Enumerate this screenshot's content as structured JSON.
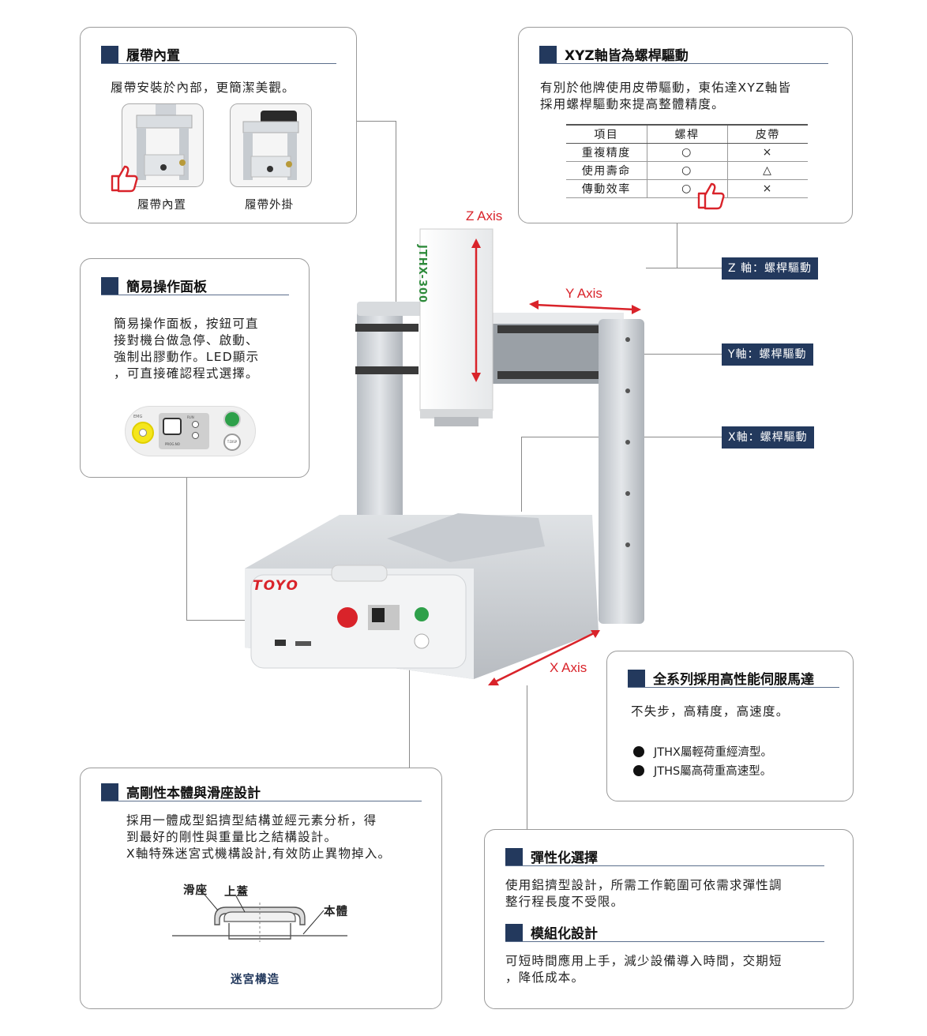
{
  "belt": {
    "title": "履帶內置",
    "desc": "履帶安裝於內部，更簡潔美觀。",
    "caption_inside": "履帶內置",
    "caption_outside": "履帶外掛"
  },
  "screw": {
    "title": "XYZ軸皆為螺桿驅動",
    "desc": "有別於他牌使用皮帶驅動，東佑達XYZ軸皆\n採用螺桿驅動來提高整體精度。",
    "headers": [
      "項目",
      "螺桿",
      "皮帶"
    ],
    "rows": [
      [
        "重複精度",
        "○",
        "×"
      ],
      [
        "使用壽命",
        "○",
        "△"
      ],
      [
        "傳動效率",
        "○",
        "×"
      ]
    ]
  },
  "panel": {
    "title": "簡易操作面板",
    "desc": "簡易操作面板，按鈕可直\n接對機台做急停、啟動、\n強制出膠動作。LED顯示\n，可直接確認程式選擇。",
    "labels": {
      "emg": "EMG",
      "run": "RUN",
      "prog": "PROG.NO",
      "tdisp": "T.DISP"
    }
  },
  "axes": {
    "z_label": "Z Axis",
    "y_label": "Y Axis",
    "x_label": "X Axis",
    "z_tag": "Z 軸：螺桿驅動",
    "y_tag": "Y軸：螺桿驅動",
    "x_tag": "X軸：螺桿驅動",
    "model": "JTHX-300",
    "brand": "TOYO"
  },
  "servo": {
    "title": "全系列採用高性能伺服馬達",
    "desc": "不失步，高精度，高速度。",
    "bullets": [
      "JTHX屬輕荷重經濟型。",
      "JTHS屬高荷重高速型。"
    ]
  },
  "rigid": {
    "title": "高剛性本體與滑座設計",
    "desc": "採用一體成型鋁擠型結構並經元素分析，得\n到最好的剛性與重量比之結構設計。\nX軸特殊迷宮式機構設計,有效防止異物掉入。",
    "label_slider": "滑座",
    "label_cover": "上蓋",
    "label_body": "本體",
    "label_maze": "迷宮構造"
  },
  "flex": {
    "title": "彈性化選擇",
    "desc": "使用鋁擠型設計，所需工作範圍可依需求彈性調\n整行程長度不受限。",
    "title2": "模組化設計",
    "desc2": "可短時間應用上手，減少設備導入時間，交期短\n，降低成本。"
  },
  "colors": {
    "navy": "#23395d",
    "red": "#d9232a",
    "thumb_red": "#d9232a"
  }
}
